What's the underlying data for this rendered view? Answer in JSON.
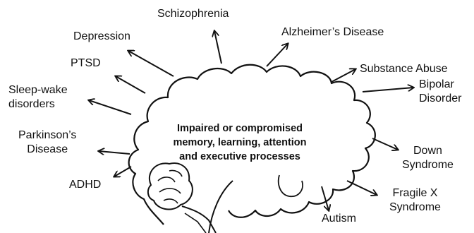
{
  "center": {
    "line1": "Impaired or compromised",
    "line2": "memory, learning, attention",
    "line3": "and executive processes"
  },
  "labels": {
    "schizophrenia": "Schizophrenia",
    "depression": "Depression",
    "alzheimers_line1": "Alzheimer’s Disease",
    "ptsd": "PTSD",
    "substance_abuse": "Substance Abuse",
    "sleep_wake_line1": "Sleep-wake",
    "sleep_wake_line2": "disorders",
    "bipolar_line1": "Bipolar",
    "bipolar_line2": "Disorder",
    "parkinsons_line1": "Parkinson’s",
    "parkinsons_line2": "Disease",
    "down_line1": "Down",
    "down_line2": "Syndrome",
    "adhd": "ADHD",
    "fragile_x_line1": "Fragile X",
    "fragile_x_line2": "Syndrome",
    "autism": "Autism"
  },
  "colors": {
    "stroke": "#111111",
    "text": "#111111",
    "background": "#ffffff"
  }
}
